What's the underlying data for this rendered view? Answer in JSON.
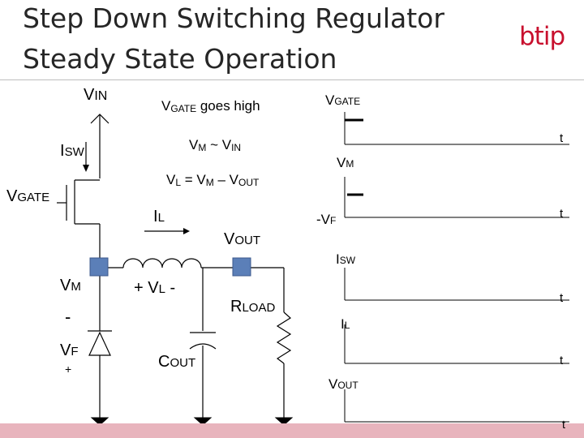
{
  "slide": {
    "title_line1": "Step Down Switching Regulator",
    "title_line2": "Steady State Operation",
    "logo": "btip"
  },
  "circuit": {
    "vin": {
      "main": "V",
      "sub": "IN"
    },
    "vgate_left": {
      "main": "V",
      "sub": "GATE"
    },
    "isw_left": {
      "main": "I",
      "sub": "SW"
    },
    "vm_left": {
      "main": "V",
      "sub": "M"
    },
    "vf_minus": "-",
    "vf_label": {
      "main": "V",
      "sub": "F"
    },
    "vf_plus": "+",
    "il_label": {
      "main": "I",
      "sub": "L"
    },
    "vl_label": {
      "pre": "+ V",
      "sub": "L",
      "post": " -"
    },
    "vout_label": {
      "main": "V",
      "sub": "OUT"
    },
    "rload_label": {
      "main": "R",
      "sub": "LOAD"
    },
    "cout_label": {
      "main": "C",
      "sub": "OUT"
    }
  },
  "annotations": {
    "vgate_high": {
      "main": "V",
      "sub": "GATE",
      "rest": " goes high"
    },
    "vm_approx": {
      "main": "V",
      "sub": "M",
      "mid": " ~ V",
      "sub2": "IN"
    },
    "vl_eq": {
      "main": "V",
      "sub": "L",
      "mid": " = V",
      "sub2": "M",
      "mid2": " – V",
      "sub3": "OUT"
    }
  },
  "waveforms": {
    "time_label": "t",
    "vgate": {
      "main": "V",
      "sub": "GATE"
    },
    "vm": {
      "main": "V",
      "sub": "M"
    },
    "neg_vf": {
      "main": "-V",
      "sub": "F"
    },
    "isw": {
      "main": "I",
      "sub": "SW"
    },
    "il": {
      "main": "I",
      "sub": "L"
    },
    "vout": {
      "main": "V",
      "sub": "OUT"
    }
  },
  "colors": {
    "accent_red": "#c8102e",
    "node_blue": "#5b7fb8",
    "bottom_bar": "#e8b4bd"
  }
}
